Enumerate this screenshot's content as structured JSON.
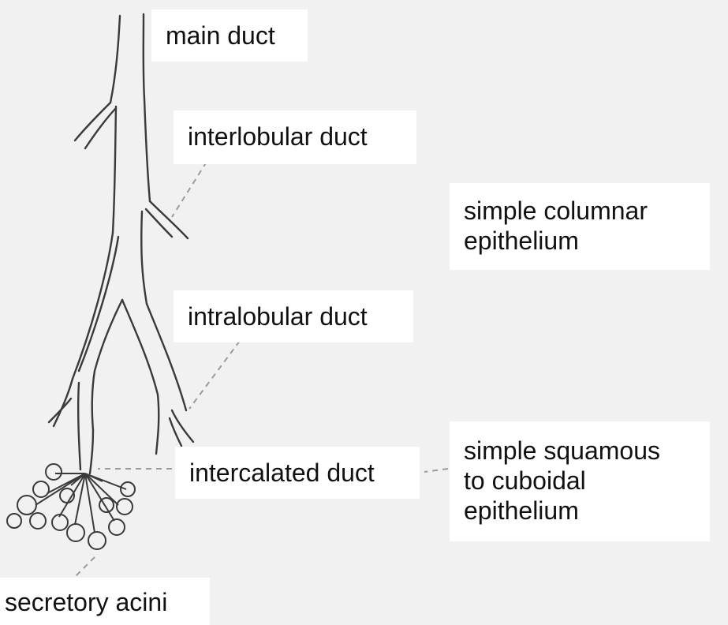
{
  "labels": {
    "main_duct": "main duct",
    "interlobular_duct": "interlobular duct",
    "simple_columnar": "simple columnar\nepithelium",
    "intralobular_duct": "intralobular duct",
    "intercalated_duct": "intercalated duct",
    "simple_squamous": "simple squamous\nto cuboidal\nepithelium",
    "secretory_acini": "secretory acini"
  },
  "colors": {
    "background": "#f1f1f1",
    "label_background": "#ffffff",
    "text": "#111111",
    "duct_line": "#3a3a3a",
    "leader_line": "#9a9a9a"
  }
}
